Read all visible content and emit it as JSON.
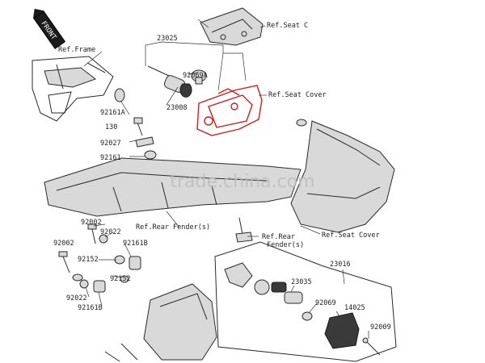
{
  "watermark": "trade.china.com",
  "colors": {
    "highlight": "#d21c1c",
    "line": "#2a2a2a",
    "fill": "#d9d9d9"
  },
  "labels": {
    "front": "FRONT",
    "ref_seat_c": "Ref.Seat C",
    "ref_frame": "Ref.Frame",
    "ref_seat_cover": "Ref.Seat Cover",
    "ref_rear_fender_s": "Ref.Rear Fender(s)",
    "ref_rear": "Ref.Rear",
    "fender_s": "Fender(s)",
    "p23025": "23025",
    "p92069A": "92069A",
    "p23008": "23008",
    "p92161A": "92161A",
    "p130": "130",
    "p92027": "92027",
    "p92161": "92161",
    "p92002": "92002",
    "p92022": "92022",
    "p92152": "92152",
    "p92161B": "92161B",
    "p23016": "23016",
    "p23035": "23035",
    "p92069": "92069",
    "p14025": "14025",
    "p92009": "92009"
  }
}
